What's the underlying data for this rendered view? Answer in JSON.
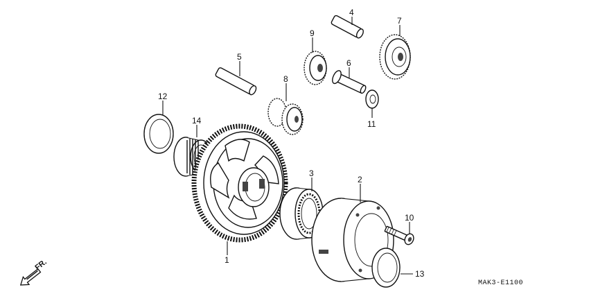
{
  "callouts": {
    "p1": "1",
    "p2": "2",
    "p3": "3",
    "p4": "4",
    "p5": "5",
    "p6": "6",
    "p7": "7",
    "p8": "8",
    "p9": "9",
    "p10": "10",
    "p11": "11",
    "p12": "12",
    "p13": "13",
    "p14": "14"
  },
  "direction_label": "FR.",
  "diagram_code": "MAK3-E1100"
}
